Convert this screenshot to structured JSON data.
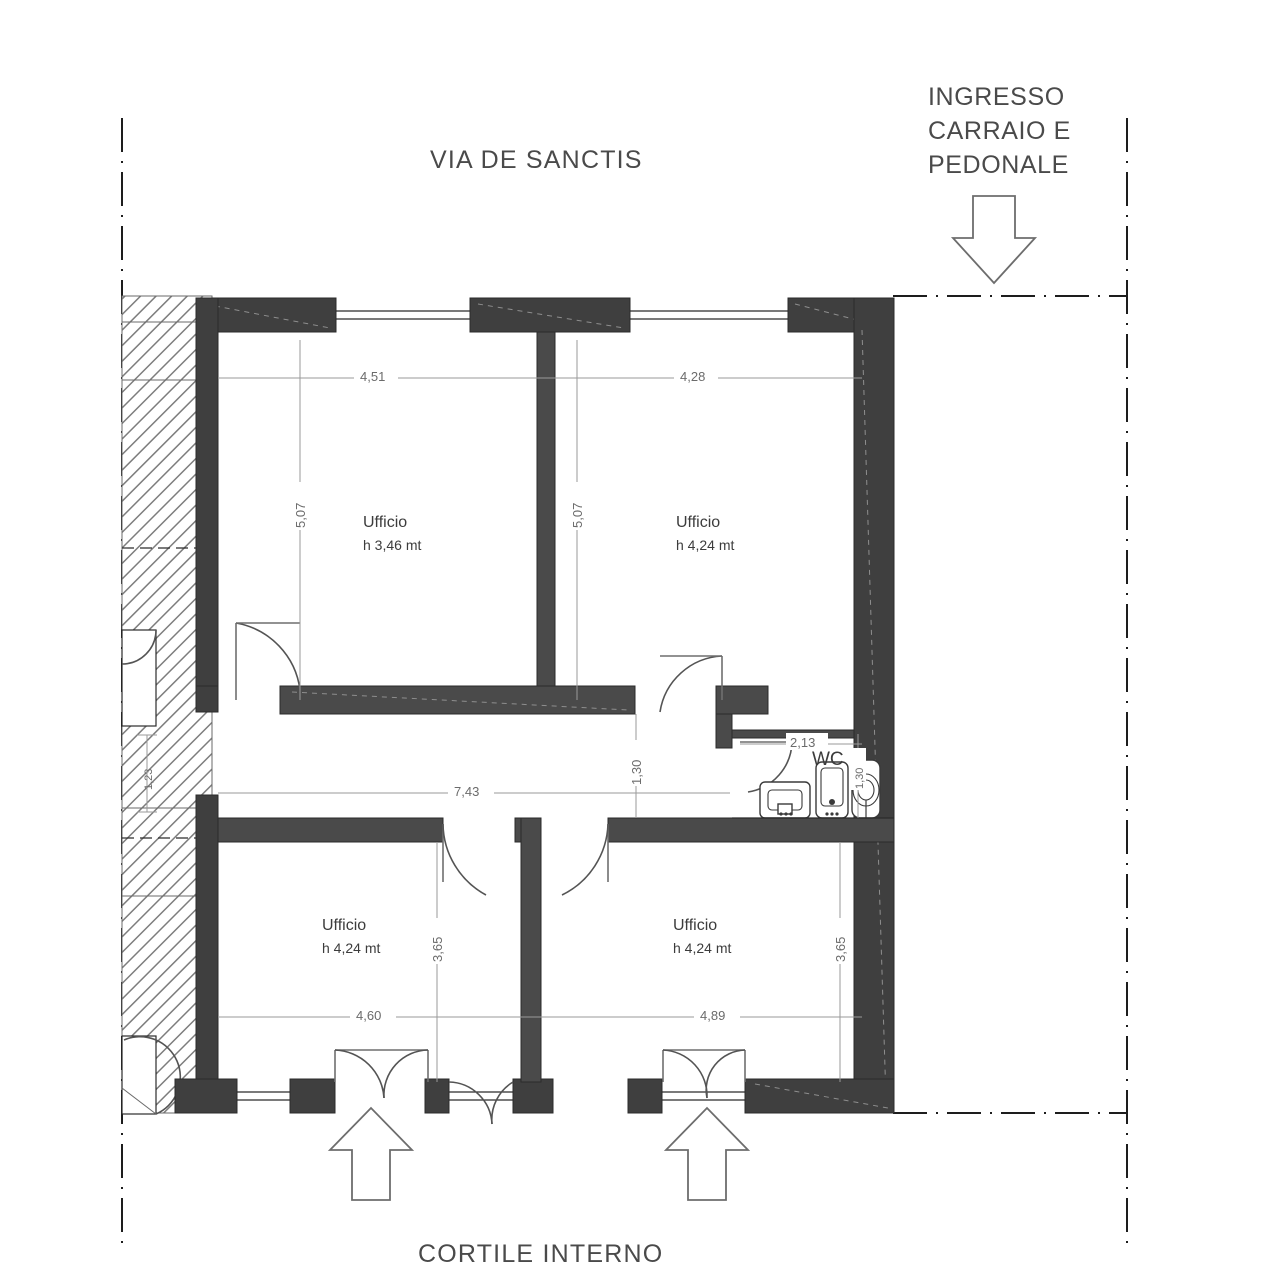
{
  "plan": {
    "title_top": "VIA DE SANCTIS",
    "title_bottom": "CORTILE INTERNO",
    "entry_note_line1": "INGRESSO",
    "entry_note_line2": "CARRAIO E",
    "entry_note_line3": "PEDONALE"
  },
  "rooms": [
    {
      "id": "ufficio-top-left",
      "name": "Ufficio",
      "height_note": "h 3,46 mt",
      "width_dim": "4,51",
      "depth_dim": "5,07"
    },
    {
      "id": "ufficio-top-right",
      "name": "Ufficio",
      "height_note": "h 4,24 mt",
      "width_dim": "4,28",
      "depth_dim": "5,07"
    },
    {
      "id": "ufficio-bottom-left",
      "name": "Ufficio",
      "height_note": "h 4,24 mt",
      "width_dim": "4,60",
      "depth_dim": "3,65"
    },
    {
      "id": "ufficio-bottom-right",
      "name": "Ufficio",
      "height_note": "h 4,24 mt",
      "width_dim": "4,89",
      "depth_dim": "3,65"
    },
    {
      "id": "wc",
      "name": "WC",
      "width_dim": "2,13",
      "depth_dim": "1,30"
    }
  ],
  "corridor": {
    "length_dim": "7,43",
    "width_dim": "1,30"
  },
  "misc_dims": {
    "left_niche": "1,23"
  },
  "colors": {
    "wall_fill": "#3f3f3f",
    "dimension": "#9a9a9a",
    "text": "#3c3c3c",
    "property_line": "#1d1d1d"
  }
}
